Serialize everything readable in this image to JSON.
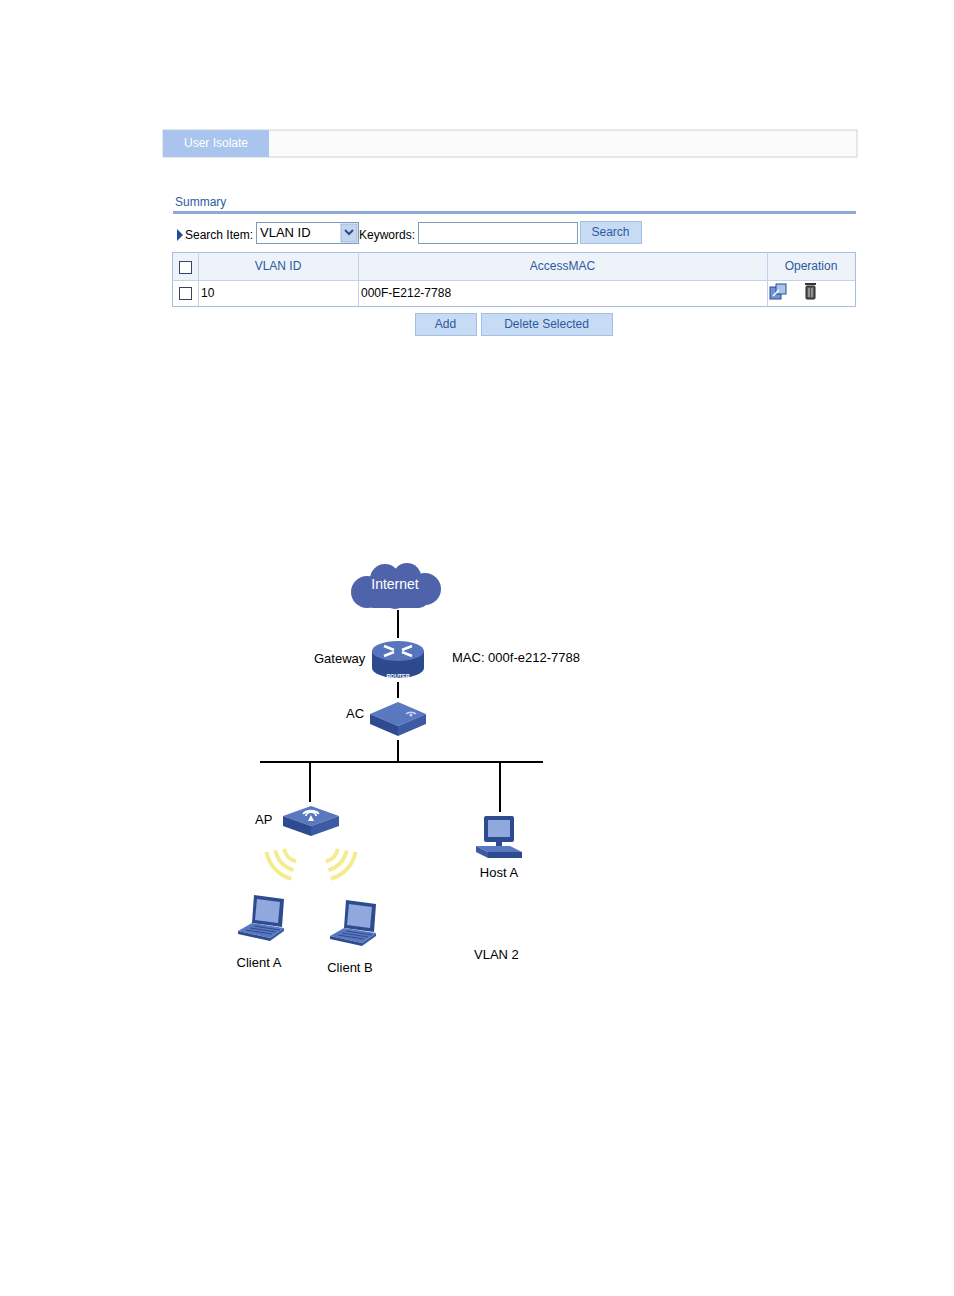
{
  "diagram": {
    "nodes": [
      {
        "text": [
          "Internet"
        ]
      },
      {
        "text": [
          "Gateway"
        ]
      },
      {
        "text": [
          "AC"
        ]
      },
      {
        "text": [
          "VLAN 2"
        ]
      },
      {
        "text": [
          "AP"
        ],
        "in": 3
      },
      {
        "text": [
          "Host A"
        ],
        "in": 3
      },
      {
        "text": [
          "Client A"
        ],
        "in": 3
      },
      {
        "text": [
          "Client B"
        ],
        "in": 3
      }
    ],
    "edges": [
      {
        "from": 0,
        "to": 1,
        "arrow": "none"
      },
      {
        "from": 1,
        "to": 2,
        "arrow": "none"
      },
      {
        "from": 2,
        "to": 4,
        "arrow": "none"
      },
      {
        "from": 2,
        "to": 5,
        "arrow": "none"
      }
    ],
    "labels": [
      "User Isolate",
      "Summary",
      "Search Item:",
      "VLAN ID",
      "Keywords:",
      "Search",
      "VLAN ID",
      "AccessMAC",
      "Operation",
      "10",
      "000F-E212-7788",
      "Add",
      "Delete Selected",
      "MAC: 000f-e212-7788",
      "ROUTER"
    ]
  }
}
